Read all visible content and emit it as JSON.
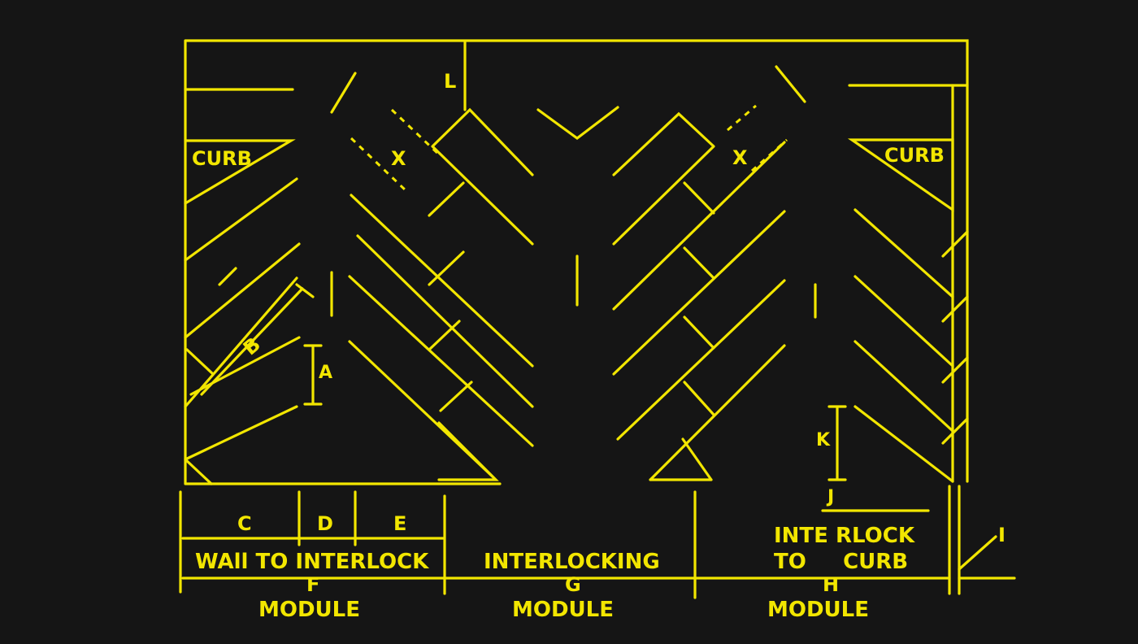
{
  "colors": {
    "background": "#151515",
    "ink": "#f2e600"
  },
  "labels": {
    "curb_left": "CURB",
    "curb_right": "CURB",
    "L": "L",
    "X_left": "X",
    "X_right": "X",
    "B": "B",
    "A": "A",
    "K": "K",
    "J": "J",
    "I": "I",
    "C": "C",
    "D": "D",
    "E": "E",
    "F": "F",
    "G": "G",
    "H": "H"
  },
  "sections": {
    "wall_to_interlock": "WAll TO INTERLOCK",
    "interlocking": "INTERLOCKING",
    "interlock_to_curb_line1": "INTE RLOCK",
    "interlock_to_curb_line2": "TO     CURB",
    "module_left": "MODULE",
    "module_center": "MODULE",
    "module_right": "MODULE"
  }
}
